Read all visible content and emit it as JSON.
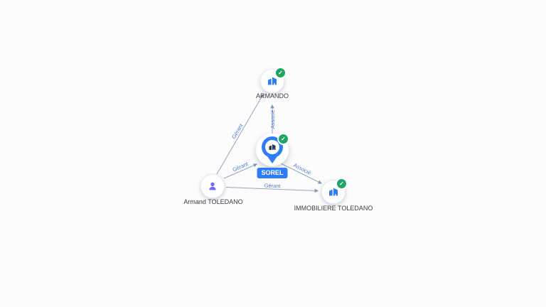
{
  "graph": {
    "type": "company-relations-network",
    "colors": {
      "accent_blue": "#2e7cf6",
      "check_green": "#1ea463",
      "edge_line": "#97a3bf",
      "edge_label": "#4d7ad0",
      "person_purple": "#6f6af8",
      "node_label_text": "#3b3b44",
      "background": "#fcfcfd"
    },
    "nodes": {
      "armando": {
        "label": "ARMANDO",
        "type": "company",
        "verified": true
      },
      "sorel": {
        "label": "SOREL",
        "type": "company",
        "verified": true,
        "selected": true
      },
      "armand_toledano": {
        "label": "Armand TOLEDANO",
        "type": "person",
        "verified": false
      },
      "immobiliere_toledano": {
        "label": "IMMOBILIERE TOLEDANO",
        "type": "company",
        "verified": true
      }
    },
    "edges": [
      {
        "from": "sorel",
        "to": "armando",
        "label": "Associé"
      },
      {
        "from": "armand_toledano",
        "to": "armando",
        "label": "Gérant"
      },
      {
        "from": "armand_toledano",
        "to": "sorel",
        "label": "Gérant"
      },
      {
        "from": "armand_toledano",
        "to": "immobiliere_toledano",
        "label": "Gérant"
      },
      {
        "from": "sorel",
        "to": "immobiliere_toledano",
        "label": "Associé"
      }
    ],
    "badge_check_glyph": "✓"
  }
}
